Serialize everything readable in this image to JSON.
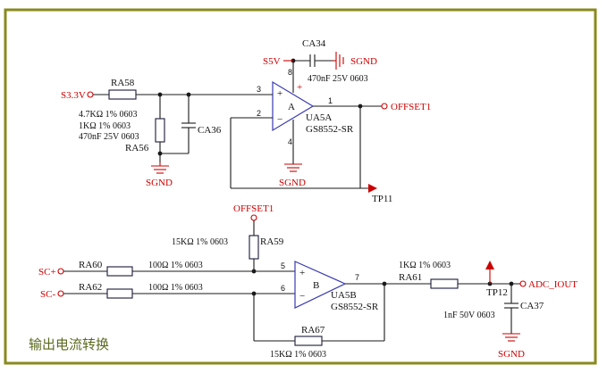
{
  "title": "输出电流转换",
  "colors": {
    "frame": "#8a8a1e",
    "net": "#cc0000",
    "wire": "#1a1a1a",
    "title": "#5a6a1e"
  },
  "opamp_a": {
    "ref": "UA5A",
    "part": "GS8552-SR",
    "unit": "A",
    "pins": {
      "in_plus": "3",
      "in_minus": "2",
      "out": "1",
      "vcc": "8",
      "gnd": "4"
    },
    "plus_sign": "+",
    "minus_sign": "−"
  },
  "opamp_b": {
    "ref": "UA5B",
    "part": "GS8552-SR",
    "unit": "B",
    "pins": {
      "in_plus": "5",
      "in_minus": "6",
      "out": "7"
    },
    "plus_sign": "+",
    "minus_sign": "−"
  },
  "components": {
    "ra58": {
      "ref": "RA58",
      "value": "4.7KΩ 1%   0603"
    },
    "ra56": {
      "ref": "RA56",
      "value": "1KΩ 1%   0603"
    },
    "ca36": {
      "ref": "CA36",
      "value": "470nF 25V 0603"
    },
    "ca34": {
      "ref": "CA34",
      "value": "470nF 25V 0603",
      "polarity": "+"
    },
    "ra59": {
      "ref": "RA59",
      "value": "15KΩ 1%   0603"
    },
    "ra60": {
      "ref": "RA60",
      "value": "100Ω 1%   0603"
    },
    "ra62": {
      "ref": "RA62",
      "value": "100Ω 1%   0603"
    },
    "ra67": {
      "ref": "RA67",
      "value": "15KΩ 1%   0603"
    },
    "ra61": {
      "ref": "RA61",
      "value": "1KΩ 1%   0603"
    },
    "ca37": {
      "ref": "CA37",
      "value": "1nF 50V 0603"
    }
  },
  "nets": {
    "s33v": "S3.3V",
    "s5v": "S5V",
    "sgnd": "SGND",
    "offset1": "OFFSET1",
    "sc_plus": "SC+",
    "sc_minus": "SC-",
    "adc_iout": "ADC_IOUT",
    "tp11": "TP11",
    "tp12": "TP12"
  }
}
